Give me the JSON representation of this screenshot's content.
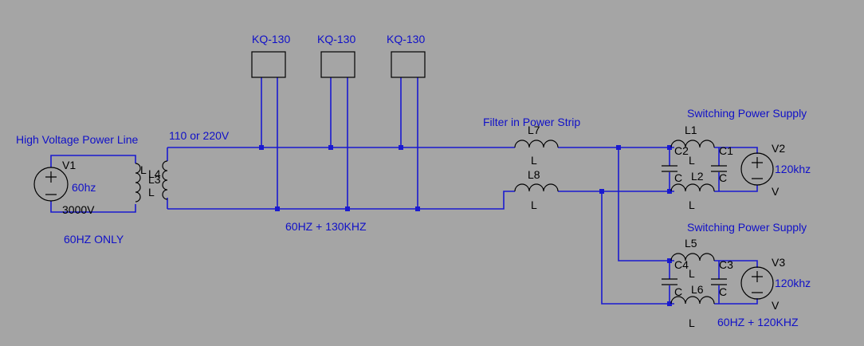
{
  "colors": {
    "background": "#a5a5a5",
    "wire": "#1a1ad0",
    "label": "#1010c8",
    "component": "#000000"
  },
  "labels": {
    "kq1": "KQ-130",
    "kq2": "KQ-130",
    "kq3": "KQ-130",
    "hv_line": "High Voltage Power Line",
    "voltage_110": "110 or 220V",
    "filter": "Filter in Power Strip",
    "sps1": "Switching Power Supply",
    "sps2": "Switching Power Supply",
    "freq_mid": "60HZ + 130KHZ",
    "freq_only": "60HZ ONLY",
    "freq_bottom": "60HZ + 120KHZ",
    "v1_hz": "60hz",
    "v2_hz": "120khz",
    "v3_hz": "120khz"
  },
  "components": {
    "v1": "V1",
    "v1_val": "3000V",
    "v2": "V2",
    "v2_val": "V",
    "v3": "V3",
    "v3_val": "V",
    "l4": "L4",
    "l3": "L3",
    "l_xfmr1": "L",
    "l_xfmr2": "L",
    "l7": "L7",
    "l7_val": "L",
    "l8": "L8",
    "l8_val": "L",
    "l1": "L1",
    "l1_val": "L",
    "l2": "L2",
    "l2_val": "L",
    "l5": "L5",
    "l5_val": "L",
    "l6": "L6",
    "l6_val": "L",
    "c1": "C1",
    "c1_val": "C",
    "c2": "C2",
    "c2_val": "C",
    "c3": "C3",
    "c3_val": "C",
    "c4": "C4",
    "c4_val": "C"
  }
}
